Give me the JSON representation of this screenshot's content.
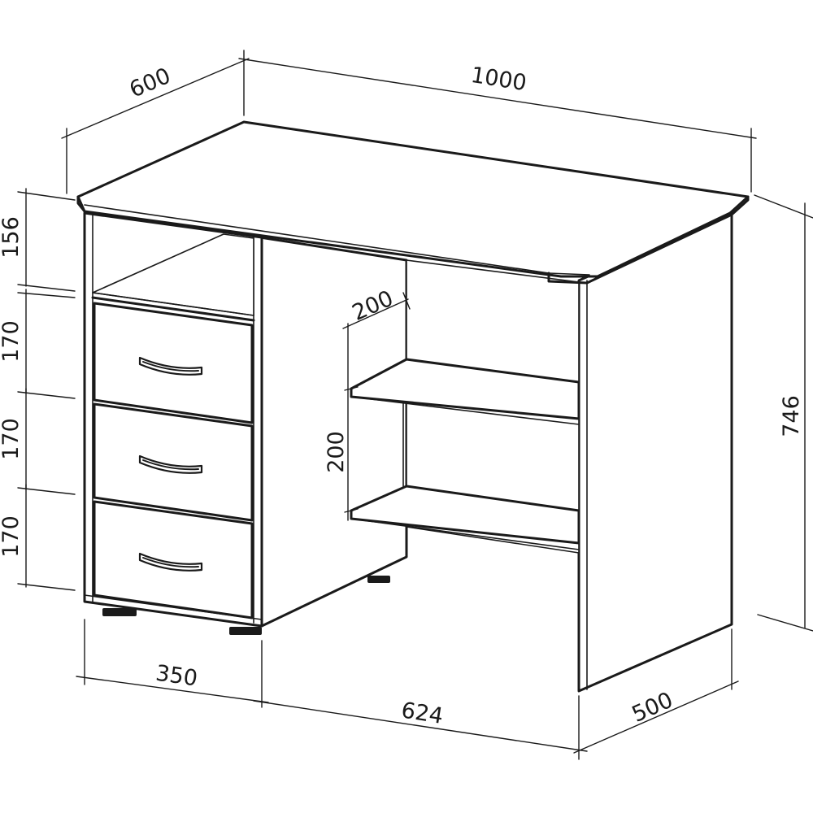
{
  "product": "desk",
  "dimensions": {
    "overall_depth": "600",
    "overall_width": "1000",
    "overall_height": "746",
    "pedestal_top_gap": "156",
    "drawer_1_height": "170",
    "drawer_2_height": "170",
    "drawer_3_height": "170",
    "shelf_depth": "200",
    "shelf_spacing": "200",
    "pedestal_width": "350",
    "knee_space_width": "624",
    "side_panel_depth": "500"
  },
  "colors": {
    "line": "#1a1a1a",
    "background": "#ffffff"
  }
}
